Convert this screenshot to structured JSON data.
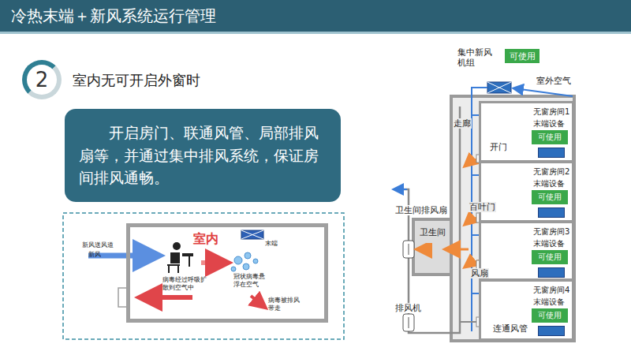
{
  "diagram": {
    "title": "冷热末端＋新风系统运行管理",
    "nodes": [
      {
        "text": [
          "2",
          "室内无可开启外窗时"
        ]
      },
      {
        "text": [
          "开启房门、联通风管、局部排风扇等，并通过集中排风系统，保证房间排风通畅。"
        ]
      },
      {
        "text": [
          "室内"
        ]
      },
      {
        "text": [
          "可使用"
        ]
      },
      {
        "text": [
          "无窗房间1",
          "末端设备"
        ]
      },
      {
        "text": [
          "可使用"
        ],
        "in": 4
      },
      {
        "text": [
          "无窗房间2",
          "末端设备"
        ]
      },
      {
        "text": [
          "可使用"
        ],
        "in": 6
      },
      {
        "text": [
          "无窗房间3",
          "末端设备"
        ]
      },
      {
        "text": [
          "可使用"
        ],
        "in": 8
      },
      {
        "text": [
          "无窗房间4",
          "末端设备"
        ]
      },
      {
        "text": [
          "可使用"
        ],
        "in": 10
      },
      {
        "text": [
          "卫生间"
        ]
      }
    ],
    "labels": [
      "新风送风道",
      "新风",
      "末端",
      "病毒经过呼吸扩散到空气中",
      "冠状病毒悬浮在空气",
      "病毒被排风带走",
      "集中新风机组",
      "室外空气",
      "走廊",
      "开门",
      "百叶门",
      "风扇",
      "连通风管",
      "卫生间排风扇",
      "排风机"
    ]
  }
}
